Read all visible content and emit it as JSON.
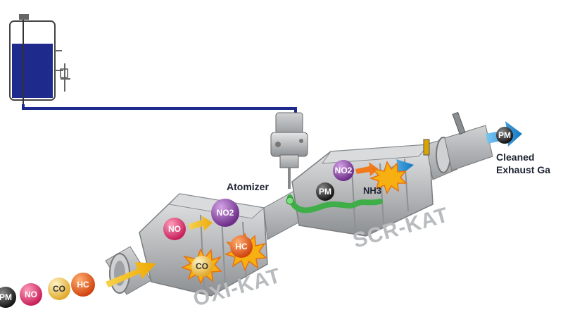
{
  "labels": {
    "atomizer": "Atomizer",
    "oxi_kat": "OXI-KAT",
    "scr_kat": "SCR-KAT",
    "cleaned_line1": "Cleaned",
    "cleaned_line2": "Exhaust Ga"
  },
  "inlet_molecules": [
    "PM",
    "NO",
    "CO",
    "HC"
  ],
  "oxi_molecules": [
    "NO",
    "NO2",
    "CO",
    "HC"
  ],
  "scr_molecules": [
    "NO2",
    "PM",
    "NH3"
  ],
  "outlet_molecule": "PM",
  "colors": {
    "tank_fluid": "#1e2a8c",
    "dosing_line": "#1e2a8c",
    "flow_arrow": "#f2b705",
    "outlet_arrow": "#1c8fd8",
    "reductant_flow": "#3fae49",
    "pm": "#2a2a2a",
    "no": "#e0356e",
    "no2": "#8a3fa6",
    "co": "#f0c84a",
    "hc": "#e2591a",
    "kat_label": "#b9bcbe"
  }
}
